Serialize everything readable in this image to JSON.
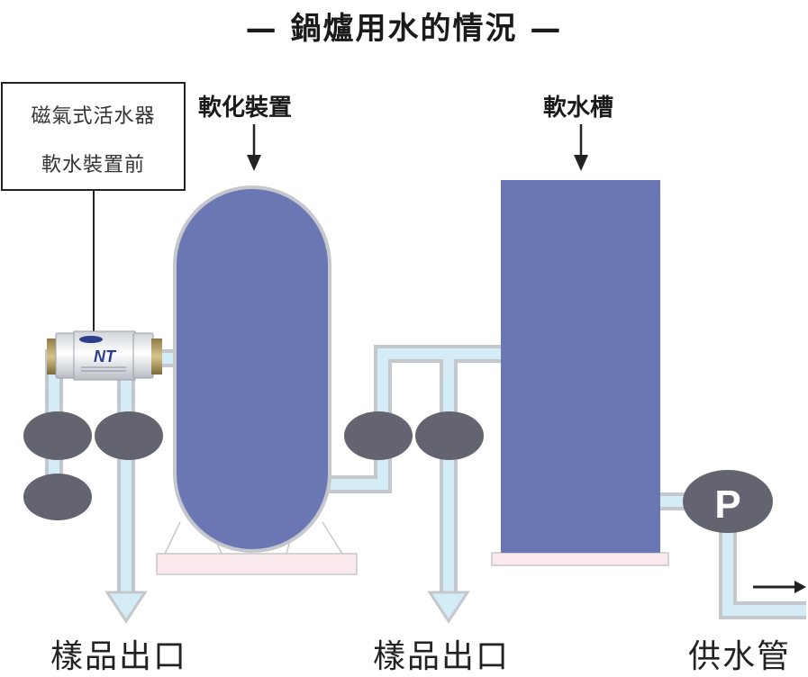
{
  "title": "— 鍋爐用水的情況 —",
  "callout": {
    "line1": "磁氣式活水器",
    "line2": "軟水裝置前"
  },
  "labels": {
    "softener": "軟化裝置",
    "tank": "軟水槽",
    "outlet_left": "樣品出口",
    "outlet_middle": "樣品出口",
    "supply": "供水管",
    "pump": "P",
    "device_mark": "NT"
  },
  "colors": {
    "vessel": "#6b77b2",
    "pipe_fill": "#d4ecf6",
    "pipe_edge": "#c4c8cc",
    "valve": "#63646f",
    "base": "#f9e9ec",
    "device_body": "#e6e9ee",
    "device_brass": "#b39a5c",
    "device_mark": "#2c3d8c"
  }
}
